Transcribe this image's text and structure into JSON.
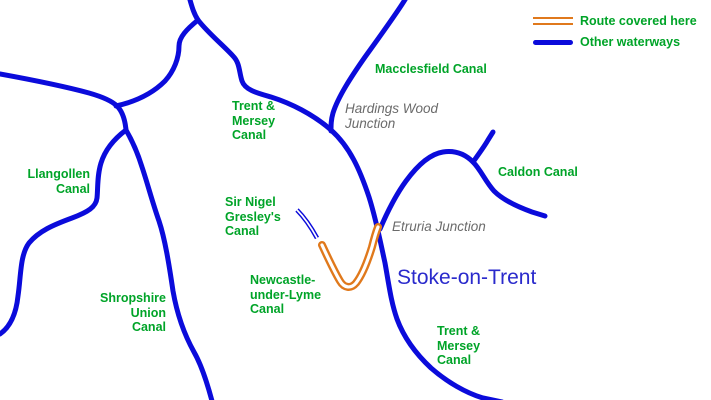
{
  "colors": {
    "waterway_blue": "#0b0bdb",
    "route_orange": "#e0791c",
    "canal_green": "#00a428",
    "junction_gray": "#6b6b6b",
    "city_blue": "#2a2acc"
  },
  "legend": {
    "route_label": "Route covered here",
    "waterways_label": "Other waterways"
  },
  "labels": {
    "trent_mersey_north": "Trent &\nMersey\nCanal",
    "macclesfield": "Macclesfield Canal",
    "llangollen": "Llangollen\nCanal",
    "sir_nigel_gresley": "Sir Nigel\nGresley's\nCanal",
    "newcastle_under_lyme": "Newcastle-\nunder-Lyme\nCanal",
    "shropshire_union": "Shropshire\nUnion\nCanal",
    "trent_mersey_south": "Trent &\nMersey\nCanal",
    "caldon": "Caldon Canal",
    "hardings_wood_junction": "Hardings Wood\nJunction",
    "etruria_junction": "Etruria Junction",
    "city": "Stoke-on-Trent"
  }
}
